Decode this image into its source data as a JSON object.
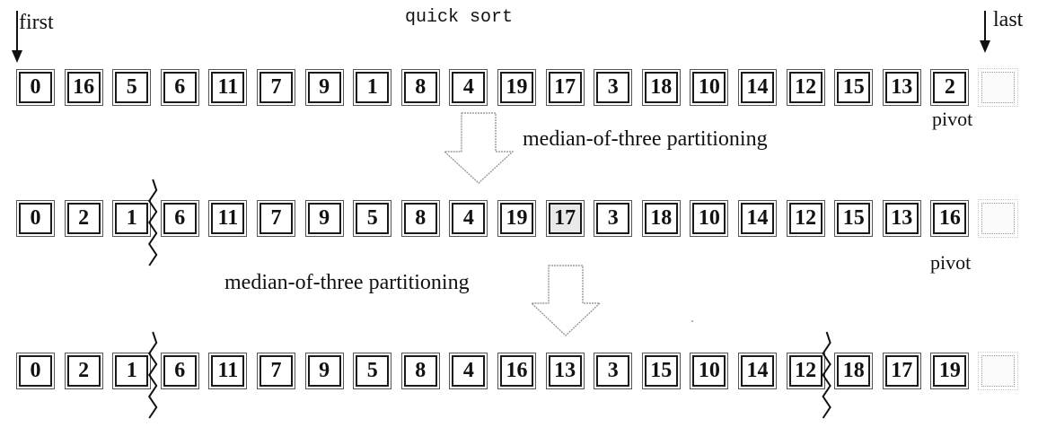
{
  "title": "quick sort",
  "labels": {
    "first": "first",
    "last": "last",
    "pivot_top": "pivot",
    "pivot_mid": "pivot",
    "step1": "median-of-three partitioning",
    "step2": "median-of-three partitioning"
  },
  "rows": [
    {
      "cells": [
        {
          "v": "0"
        },
        {
          "v": "16"
        },
        {
          "v": "5"
        },
        {
          "v": "6"
        },
        {
          "v": "11"
        },
        {
          "v": "7"
        },
        {
          "v": "9"
        },
        {
          "v": "1"
        },
        {
          "v": "8"
        },
        {
          "v": "4"
        },
        {
          "v": "19"
        },
        {
          "v": "17"
        },
        {
          "v": "3"
        },
        {
          "v": "18"
        },
        {
          "v": "10"
        },
        {
          "v": "14"
        },
        {
          "v": "12"
        },
        {
          "v": "15"
        },
        {
          "v": "13"
        },
        {
          "v": "2"
        },
        {
          "v": "",
          "empty": true
        }
      ],
      "partitions_after": []
    },
    {
      "cells": [
        {
          "v": "0"
        },
        {
          "v": "2"
        },
        {
          "v": "1"
        },
        {
          "v": "6"
        },
        {
          "v": "11"
        },
        {
          "v": "7"
        },
        {
          "v": "9"
        },
        {
          "v": "5"
        },
        {
          "v": "8"
        },
        {
          "v": "4"
        },
        {
          "v": "19"
        },
        {
          "v": "17",
          "highlight": true
        },
        {
          "v": "3"
        },
        {
          "v": "18"
        },
        {
          "v": "10"
        },
        {
          "v": "14"
        },
        {
          "v": "12"
        },
        {
          "v": "15"
        },
        {
          "v": "13"
        },
        {
          "v": "16"
        },
        {
          "v": "",
          "empty": true
        }
      ],
      "partitions_after": [
        2
      ]
    },
    {
      "cells": [
        {
          "v": "0"
        },
        {
          "v": "2"
        },
        {
          "v": "1"
        },
        {
          "v": "6"
        },
        {
          "v": "11"
        },
        {
          "v": "7"
        },
        {
          "v": "9"
        },
        {
          "v": "5"
        },
        {
          "v": "8"
        },
        {
          "v": "4"
        },
        {
          "v": "16"
        },
        {
          "v": "13"
        },
        {
          "v": "3"
        },
        {
          "v": "15"
        },
        {
          "v": "10"
        },
        {
          "v": "14"
        },
        {
          "v": "12"
        },
        {
          "v": "18"
        },
        {
          "v": "17"
        },
        {
          "v": "19"
        },
        {
          "v": "",
          "empty": true
        }
      ],
      "partitions_after": [
        2,
        16
      ]
    }
  ]
}
